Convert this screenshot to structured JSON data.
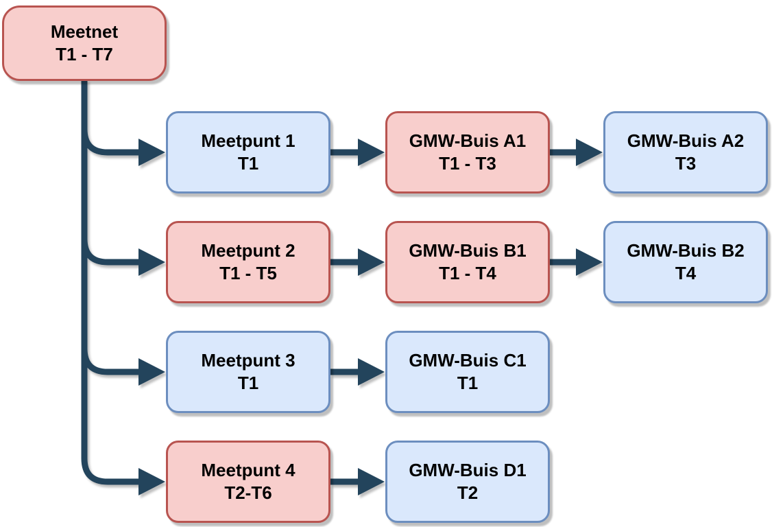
{
  "diagram": {
    "title": "Meetnet hierarchy diagram",
    "colors": {
      "red_fill": "#F8CECC",
      "red_border": "#B85450",
      "blue_fill": "#DAE8FC",
      "blue_border": "#6C8EBF",
      "connector": "#23445C",
      "background": "#FFFFFF",
      "text": "#000000"
    },
    "nodes": {
      "meetnet": {
        "title": "Meetnet",
        "subtitle": "T1 - T7",
        "color": "red"
      },
      "meetpunt_1": {
        "title": "Meetpunt 1",
        "subtitle": "T1",
        "color": "blue"
      },
      "gmw_buis_a1": {
        "title": "GMW-Buis A1",
        "subtitle": "T1 - T3",
        "color": "red"
      },
      "gmw_buis_a2": {
        "title": "GMW-Buis A2",
        "subtitle": "T3",
        "color": "blue"
      },
      "meetpunt_2": {
        "title": "Meetpunt 2",
        "subtitle": "T1 - T5",
        "color": "red"
      },
      "gmw_buis_b1": {
        "title": "GMW-Buis B1",
        "subtitle": "T1 - T4",
        "color": "red"
      },
      "gmw_buis_b2": {
        "title": "GMW-Buis B2",
        "subtitle": "T4",
        "color": "blue"
      },
      "meetpunt_3": {
        "title": "Meetpunt 3",
        "subtitle": "T1",
        "color": "blue"
      },
      "gmw_buis_c1": {
        "title": "GMW-Buis C1",
        "subtitle": "T1",
        "color": "blue"
      },
      "meetpunt_4": {
        "title": "Meetpunt 4",
        "subtitle": "T2-T6",
        "color": "red"
      },
      "gmw_buis_d1": {
        "title": "GMW-Buis D1",
        "subtitle": "T2",
        "color": "blue"
      }
    },
    "edges": [
      {
        "from": "meetnet",
        "to": "meetpunt_1"
      },
      {
        "from": "meetnet",
        "to": "meetpunt_2"
      },
      {
        "from": "meetnet",
        "to": "meetpunt_3"
      },
      {
        "from": "meetnet",
        "to": "meetpunt_4"
      },
      {
        "from": "meetpunt_1",
        "to": "gmw_buis_a1"
      },
      {
        "from": "gmw_buis_a1",
        "to": "gmw_buis_a2"
      },
      {
        "from": "meetpunt_2",
        "to": "gmw_buis_b1"
      },
      {
        "from": "gmw_buis_b1",
        "to": "gmw_buis_b2"
      },
      {
        "from": "meetpunt_3",
        "to": "gmw_buis_c1"
      },
      {
        "from": "meetpunt_4",
        "to": "gmw_buis_d1"
      }
    ]
  }
}
